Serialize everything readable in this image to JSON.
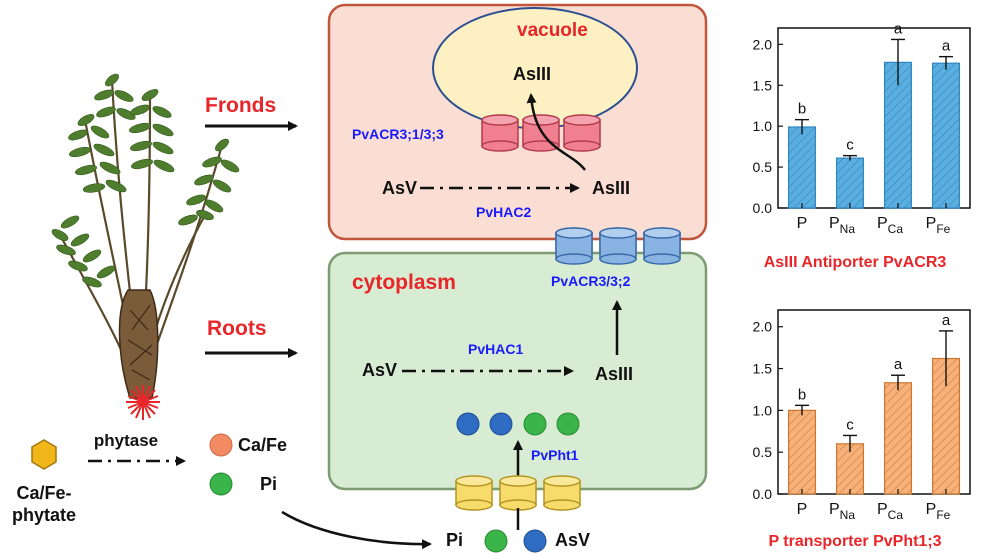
{
  "plant": {
    "fronds_label": "Fronds",
    "roots_label": "Roots"
  },
  "soil": {
    "phytate_label_1": "Ca/Fe-",
    "phytate_label_2": "phytate",
    "phytase_label": "phytase",
    "cafe_label": "Ca/Fe",
    "pi_label": "Pi"
  },
  "vacuole_cell": {
    "title": "vacuole",
    "asiii_inner": "AsIII",
    "transporter_label": "PvACR3;1/3;3",
    "asv_label": "AsV",
    "asiii_label": "AsIII",
    "enzyme_label": "PvHAC2"
  },
  "cytoplasm_cell": {
    "title": "cytoplasm",
    "transporter_label": "PvACR3/3;2",
    "asv_label": "AsV",
    "asiii_label": "AsIII",
    "enzyme_label": "PvHAC1",
    "pht_label": "PvPht1",
    "bottom_pi": "Pi",
    "bottom_asv": "AsV"
  },
  "colors": {
    "red_label": "#e8262a",
    "blue_label": "#1a1aff",
    "vacuole_fill": "#fbded3",
    "vacuole_stroke": "#c0573d",
    "cytoplasm_fill": "#d7ecd3",
    "cytoplasm_stroke": "#7c9c73",
    "blue_bar": "#5aaee0",
    "orange_bar": "#f4a86a"
  },
  "chart_data": [
    {
      "type": "bar",
      "caption": "AsIII Antiporter PvACR3",
      "categories": [
        "P",
        "PNa",
        "PCa",
        "PFe"
      ],
      "category_main": [
        "P",
        "P",
        "P",
        "P"
      ],
      "category_sub": [
        "",
        "Na",
        "Ca",
        "Fe"
      ],
      "values": [
        0.99,
        0.61,
        1.78,
        1.77
      ],
      "errors": [
        0.09,
        0.03,
        0.28,
        0.08
      ],
      "letters": [
        "b",
        "c",
        "a",
        "a"
      ],
      "ylim": [
        0,
        2.2
      ],
      "yticks": [
        "0.0",
        "0.5",
        "1.0",
        "1.5",
        "2.0"
      ],
      "color": "#5aaee0"
    },
    {
      "type": "bar",
      "caption": "P transporter PvPht1;3",
      "categories": [
        "P",
        "PNa",
        "PCa",
        "PFe"
      ],
      "category_main": [
        "P",
        "P",
        "P",
        "P"
      ],
      "category_sub": [
        "",
        "Na",
        "Ca",
        "Fe"
      ],
      "values": [
        1.0,
        0.6,
        1.33,
        1.62
      ],
      "errors": [
        0.06,
        0.1,
        0.09,
        0.33
      ],
      "letters": [
        "b",
        "c",
        "a",
        "a"
      ],
      "ylim": [
        0,
        2.2
      ],
      "yticks": [
        "0.0",
        "0.5",
        "1.0",
        "1.5",
        "2.0"
      ],
      "color": "#f4a86a"
    }
  ]
}
